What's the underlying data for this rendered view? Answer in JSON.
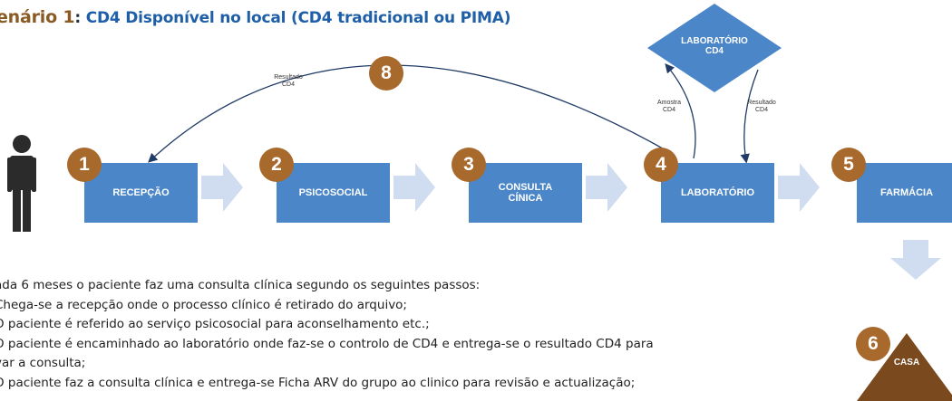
{
  "title": {
    "lead": "enário 1",
    "separator": ": ",
    "rest": "CD4 Disponível no local (CD4 tradicional ou PIMA)"
  },
  "steps": [
    {
      "number": "1",
      "label": "RECEPÇÃO"
    },
    {
      "number": "2",
      "label": "PSICOSOCIAL"
    },
    {
      "number": "3",
      "label": "CONSULTA\nCÍNICA"
    },
    {
      "number": "4",
      "label": "LABORATÓRIO"
    },
    {
      "number": "5",
      "label": "FARMÁCIA"
    },
    {
      "number": "6",
      "label": "CASA"
    }
  ],
  "lab_cd4": {
    "label": "LABORATÓRIO\nCD4"
  },
  "loop": {
    "number": "8",
    "label": "Resultado\nCD4"
  },
  "amostra_label": "Amostra\nCD4",
  "resultado_label": "Resultado\nCD4",
  "text_lines": [
    "ada 6 meses o paciente faz uma consulta clínica segundo os seguintes passos:",
    "  Chega-se a recepção onde o processo clínico é retirado do arquivo;",
    "  O paciente é referido ao serviço psicosocial para aconselhamento etc.;",
    "  O paciente é encaminhado ao laboratório onde faz-se o controlo de CD4  e entrega-se o resultado CD4 para",
    "var a consulta;",
    "  O paciente faz a consulta clínica e entrega-se Ficha ARV do grupo ao clinico para revisão e actualização;"
  ],
  "colors": {
    "box": "#4a86c8",
    "badge": "#a8692c",
    "connector_arrow": "#d0dcef",
    "curve": "#1f3b66",
    "house": "#7a4a1e",
    "title_lead": "#8a5a24",
    "title_rest": "#1e5fa8"
  },
  "icons": [
    "person-icon"
  ]
}
